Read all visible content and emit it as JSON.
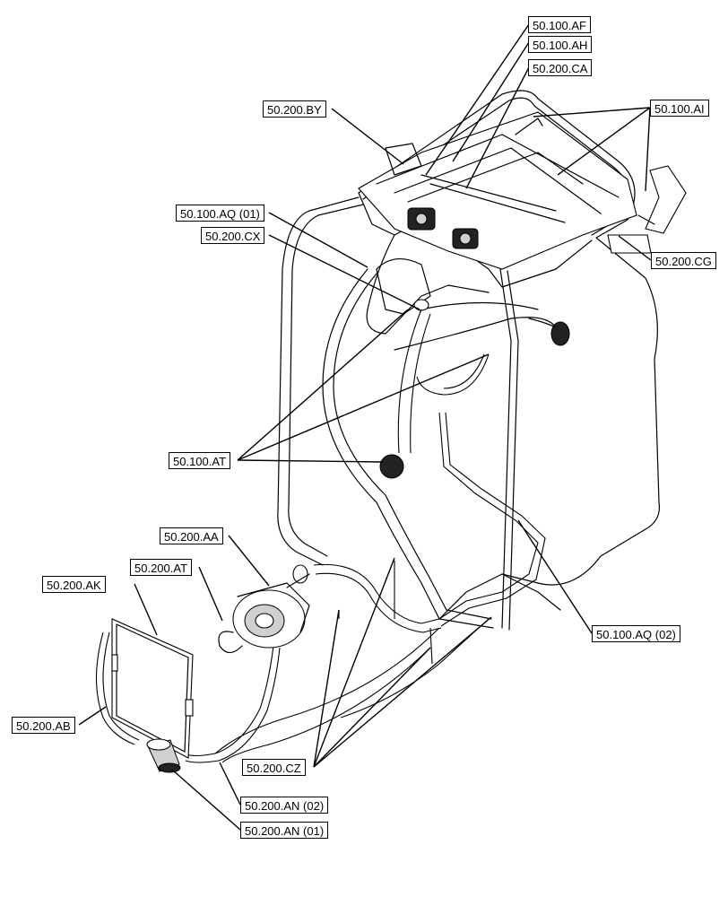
{
  "callouts": {
    "af": "50.100.AF",
    "ah": "50.100.AH",
    "ca": "50.200.CA",
    "ai": "50.100.AI",
    "by": "50.200.BY",
    "aq01": "50.100.AQ (01)",
    "cx": "50.200.CX",
    "cg": "50.200.CG",
    "at_hose": "50.100.AT",
    "aa": "50.200.AA",
    "at_comp": "50.200.AT",
    "ak": "50.200.AK",
    "aq02": "50.100.AQ (02)",
    "ab": "50.200.AB",
    "cz": "50.200.CZ",
    "an02": "50.200.AN (02)",
    "an01": "50.200.AN (01)"
  }
}
